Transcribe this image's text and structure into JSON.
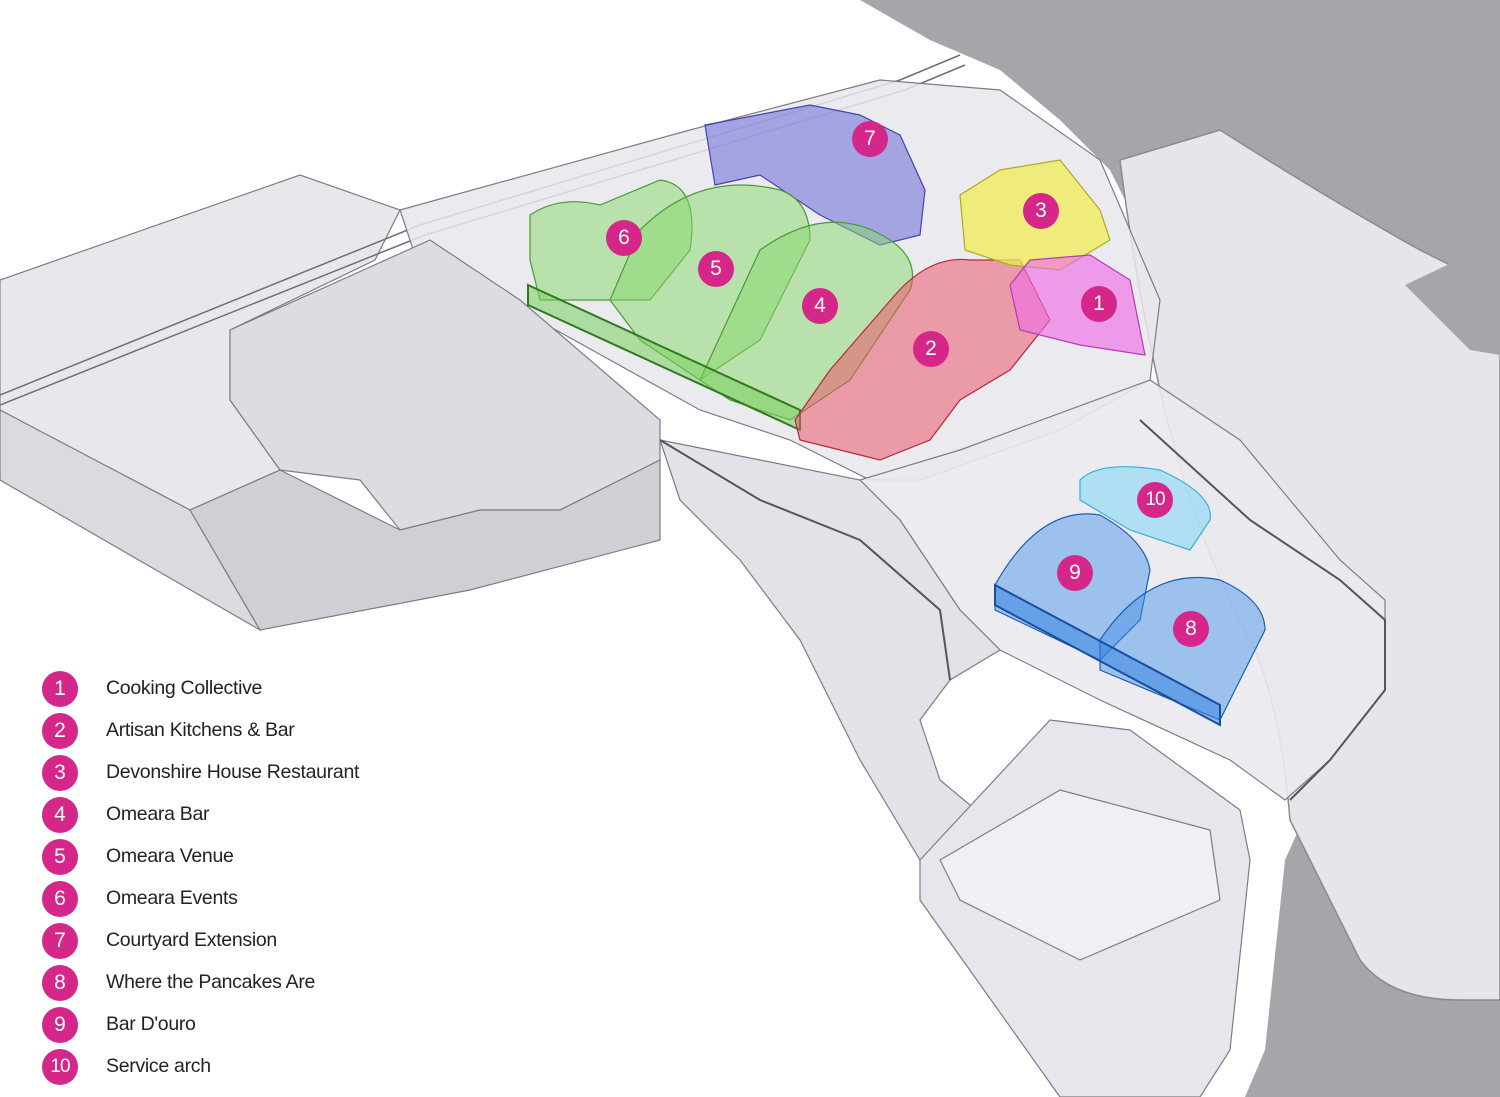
{
  "zones": [
    {
      "number": "1",
      "label": "Cooking Collective",
      "color": "#ee6fe6"
    },
    {
      "number": "2",
      "label": "Artisan Kitchens & Bar",
      "color": "#ea5a6c"
    },
    {
      "number": "3",
      "label": "Devonshire House Restaurant",
      "color": "#f0ec54"
    },
    {
      "number": "4",
      "label": "Omeara Bar",
      "color": "#86d86a"
    },
    {
      "number": "5",
      "label": "Omeara Venue",
      "color": "#86d86a"
    },
    {
      "number": "6",
      "label": "Omeara Events",
      "color": "#86d86a"
    },
    {
      "number": "7",
      "label": "Courtyard Extension",
      "color": "#6a6ad8"
    },
    {
      "number": "8",
      "label": "Where the Pancakes Are",
      "color": "#3d8fe8"
    },
    {
      "number": "9",
      "label": "Bar D'ouro",
      "color": "#3d8fe8"
    },
    {
      "number": "10",
      "label": "Service arch",
      "color": "#7fd6f5"
    }
  ],
  "colors": {
    "badge": "#d5268a",
    "ground": "#a4a4a8",
    "building": "#e4e4ea"
  }
}
